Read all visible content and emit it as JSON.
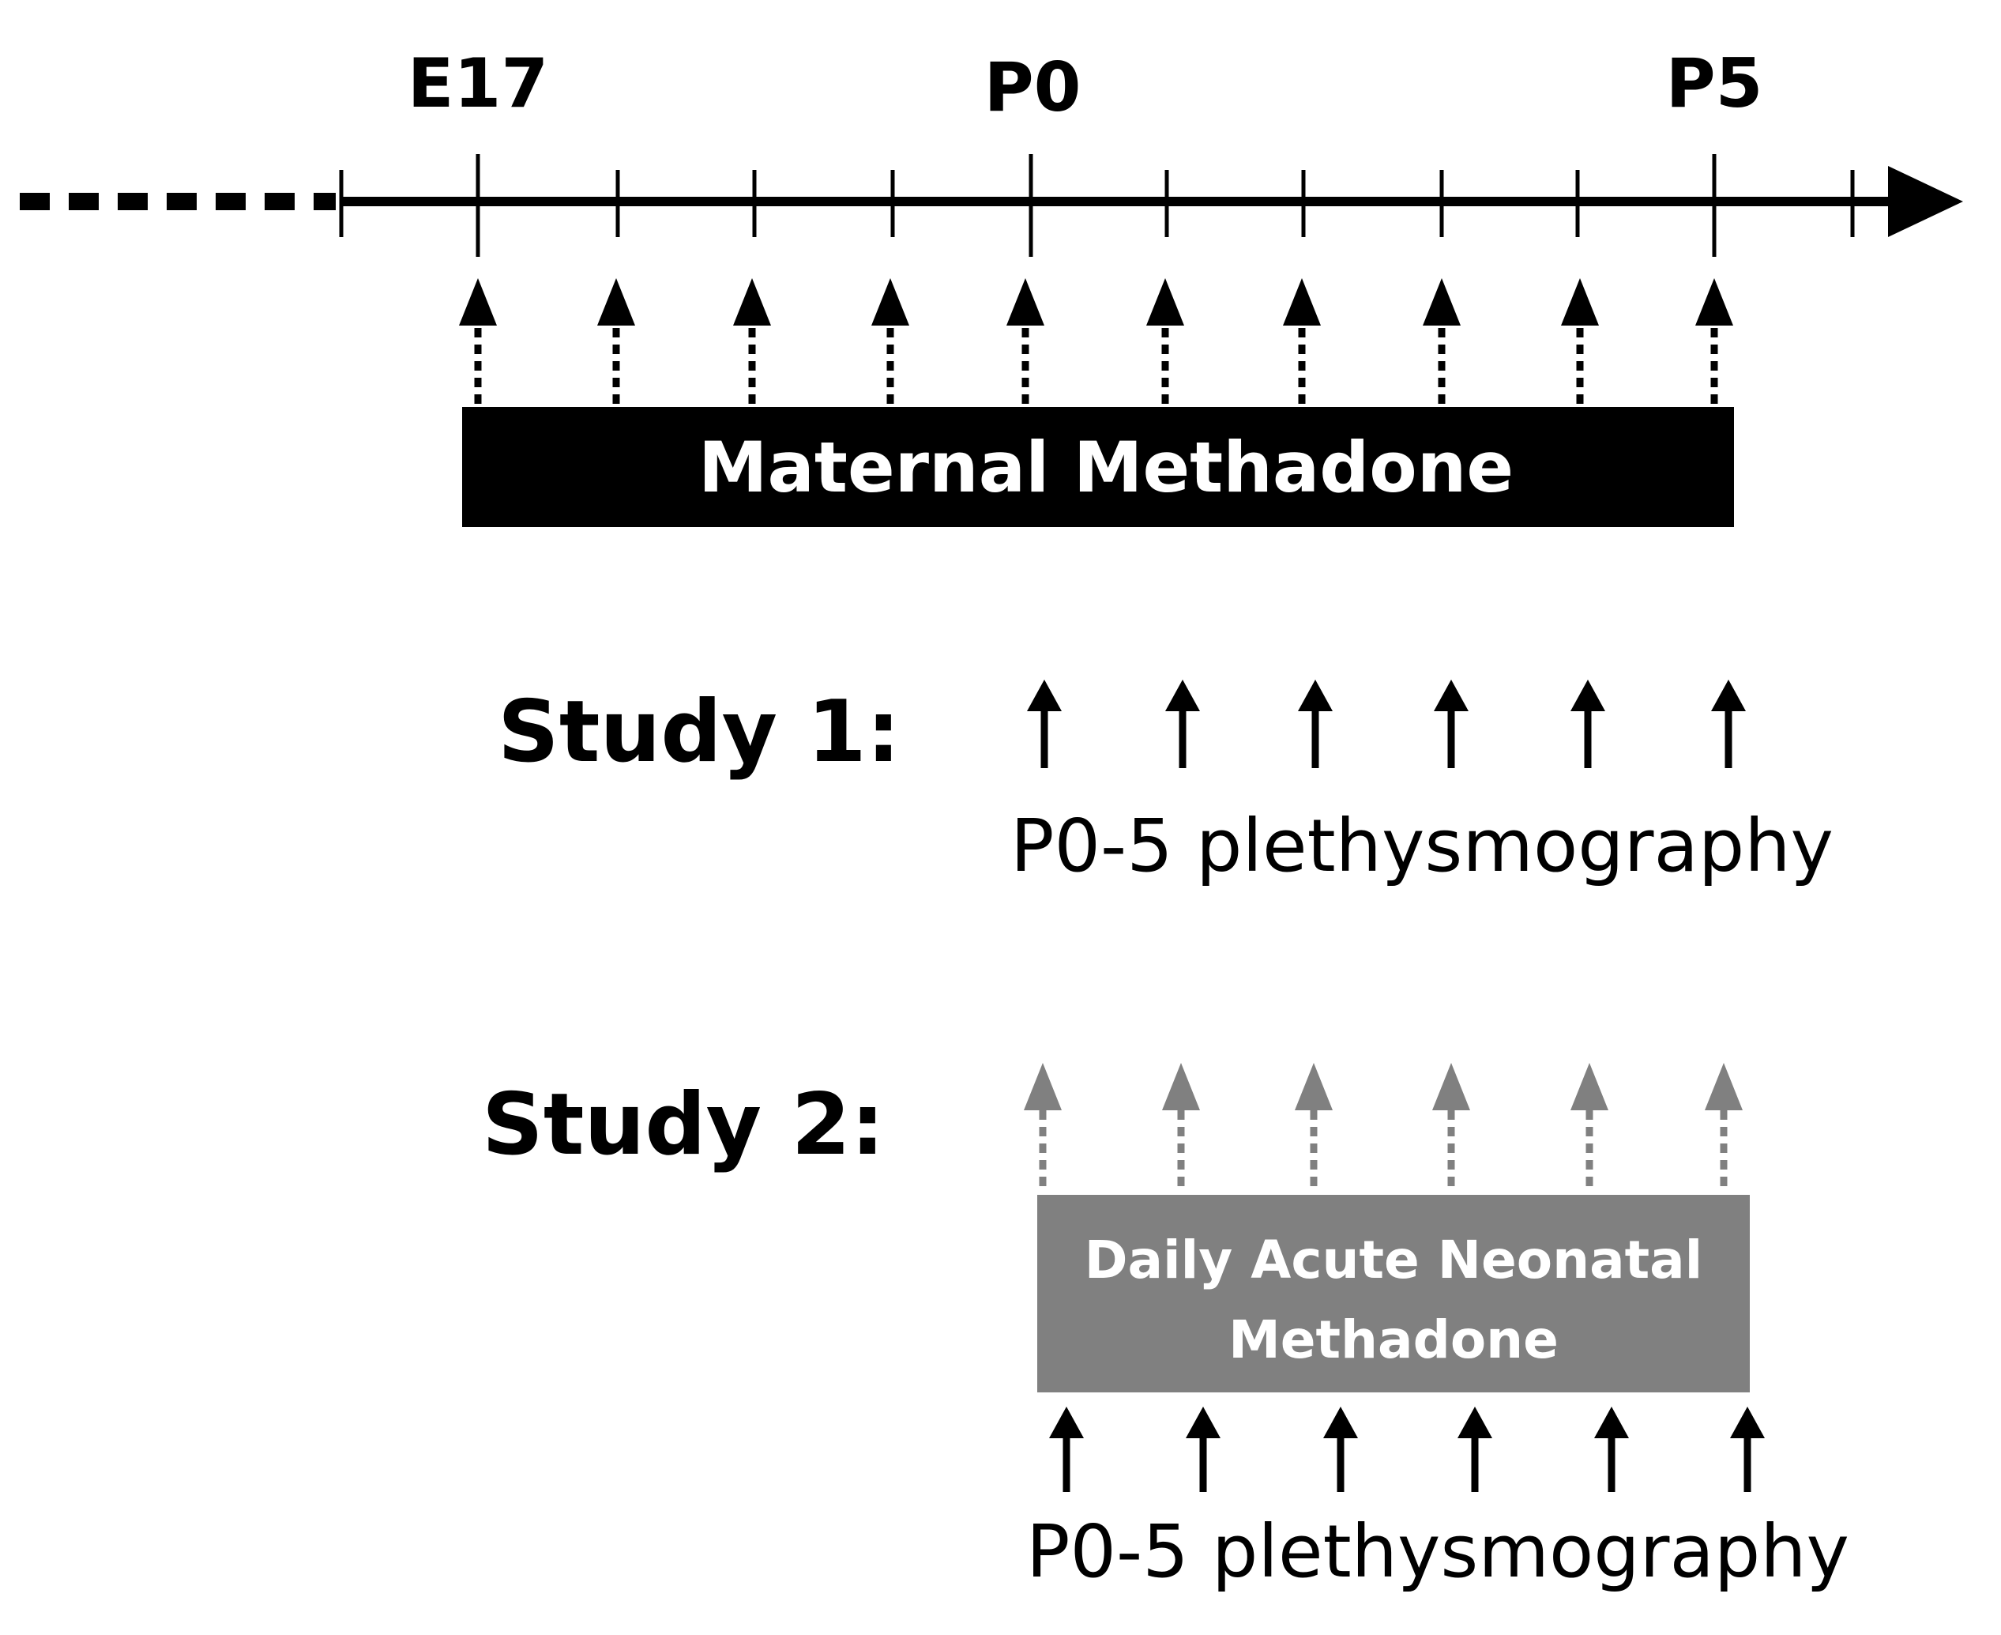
{
  "timeline": {
    "labels": {
      "start": "E17",
      "birth": "P0",
      "end": "P5"
    },
    "colors": {
      "line": "#000000"
    }
  },
  "maternal": {
    "label": "Maternal Methadone",
    "colors": {
      "box": "#000000",
      "text": "#ffffff",
      "arrow": "#000000"
    }
  },
  "study1": {
    "label": "Study 1:",
    "caption": "P0-5 plethysmography",
    "colors": {
      "arrow": "#000000"
    }
  },
  "study2": {
    "label": "Study 2:",
    "box_label_line1": "Daily Acute Neonatal",
    "box_label_line2": "Methadone",
    "caption": "P0-5 plethysmography",
    "colors": {
      "box": "#808080",
      "text": "#ffffff",
      "dotted_arrow": "#808080",
      "arrow": "#000000"
    }
  }
}
